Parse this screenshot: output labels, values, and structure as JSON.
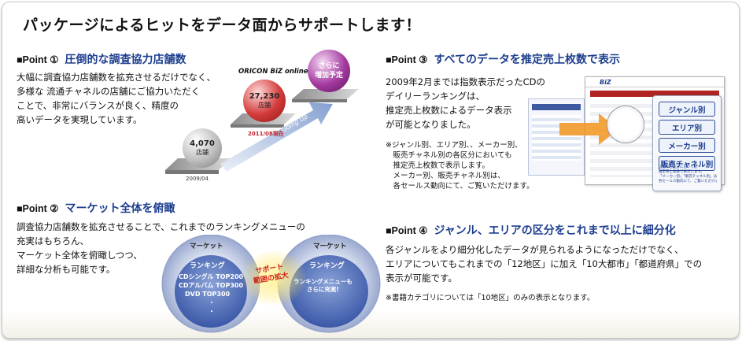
{
  "page_title": "パッケージによるヒットをデータ面からサポートします！",
  "point1": {
    "label": "■Point ①",
    "title": "圧倒的な調査協力店舗数",
    "body": "大幅に調査協力店舗数を拡充させるだけでなく、\n多様な 流通チャネルの店舗にご協力いただく\nことで、非常にバランスが良く、精度の\n高いデータを実現しています。",
    "brand": "ORICON BiZ online",
    "ball_small_value": "4,070",
    "ball_small_unit": "店舗",
    "ball_small_date": "2009/04",
    "ball_mid_value": "27,230",
    "ball_mid_unit": "店舗",
    "ball_mid_date": "2011/08現在",
    "ball_large_text": "さらに\n増加予定",
    "arrow_text": "Going Up",
    "colors": {
      "small": "#8e8e8e",
      "mid": "#c3222a",
      "large": "#8a2a86"
    }
  },
  "point2": {
    "label": "■Point ②",
    "title": "マーケット全体を俯瞰",
    "body": "調査協力店舗数を拡充させることで、これまでのランキングメニューの\n充実はもちろん、\nマーケット全体を俯瞰しつつ、\n詳細な分析も可能です。",
    "left_circle": {
      "header": "マーケット",
      "sub": "ランキング",
      "items": [
        "CDシングル TOP200",
        "CDアルバム TOP300",
        "DVD TOP300",
        "・",
        "・"
      ]
    },
    "center_label": "サポート\n範囲の拡大",
    "right_circle": {
      "header": "マーケット",
      "sub": "ランキング",
      "inner": "ランキングメニューも\nさらに充実!"
    }
  },
  "point3": {
    "label": "■Point ③",
    "title": "すべてのデータを推定売上枚数で表示",
    "body": "2009年2月までは指数表示だったCDの\nデイリーランキングは、\n推定売上枚数によるデータ表示\nが可能となりました。",
    "note": "※ジャンル別、エリア別、、メーカー別、\n　販売チャネル別の各区分においても\n　推定売上枚数で表示します。\n　メーカー別、販売チャネル別は、\n　各セールス動向にて、ご覧いただけます。",
    "buttons": [
      "ジャンル別",
      "エリア別",
      "メーカー別",
      "販売チャネル別"
    ],
    "screen_brand": "BiZ",
    "screen_caption": "上記の各区分においても\n推定売上枚数で表示します。\n「メーカー別」「販売チャネル別」は、\n各セールス動向にて、ご覧いただけます。"
  },
  "point4": {
    "label": "■Point ④",
    "title": "ジャンル、エリアの区分をこれまで以上に細分化",
    "body": "各ジャンルをより細分化したデータが見られるようになっただけでなく、\nエリアについてもこれまでの「12地区」に加え「10大都市」「都道府県」での\n表示が可能です。",
    "note": "※書籍カテゴリについては「10地区」のみの表示となります。"
  }
}
